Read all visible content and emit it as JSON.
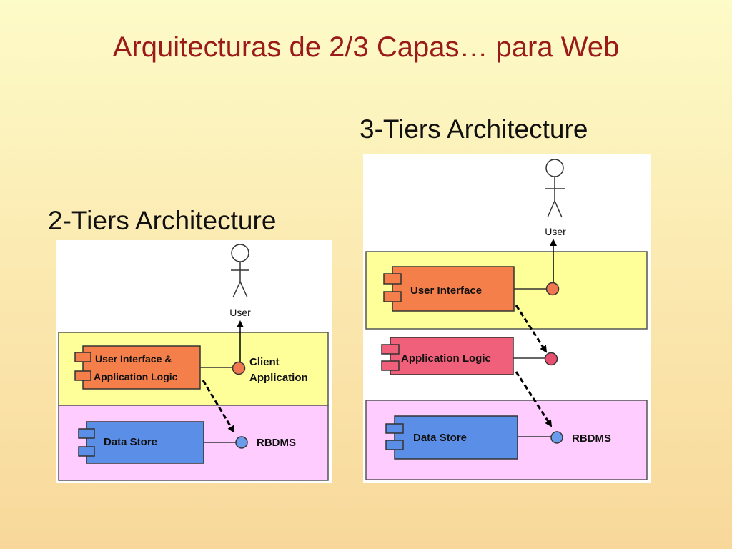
{
  "slide": {
    "title": "Arquitecturas de 2/3 Capas… para Web"
  },
  "two_tier": {
    "heading": "2-Tiers Architecture",
    "user_label": "User",
    "component_ui_line1": "User Interface &",
    "component_ui_line2": "Application Logic",
    "interface_label_line1": "Client",
    "interface_label_line2": "Application",
    "component_data": "Data Store",
    "interface_db_label": "RBDMS"
  },
  "three_tier": {
    "heading": "3-Tiers Architecture",
    "user_label": "User",
    "component_ui": "User Interface",
    "component_logic": "Application Logic",
    "component_data": "Data Store",
    "interface_db_label": "RBDMS"
  },
  "colors": {
    "title": "#9b1a1a",
    "tier_yellow": "#ffff99",
    "tier_pink": "#ffccff",
    "ui_component": "#f47f4a",
    "logic_component": "#f0607a",
    "data_component": "#5b8ee6",
    "orange_interface": "#f07850",
    "pink_interface": "#e85070",
    "blue_interface": "#6b9cec"
  }
}
